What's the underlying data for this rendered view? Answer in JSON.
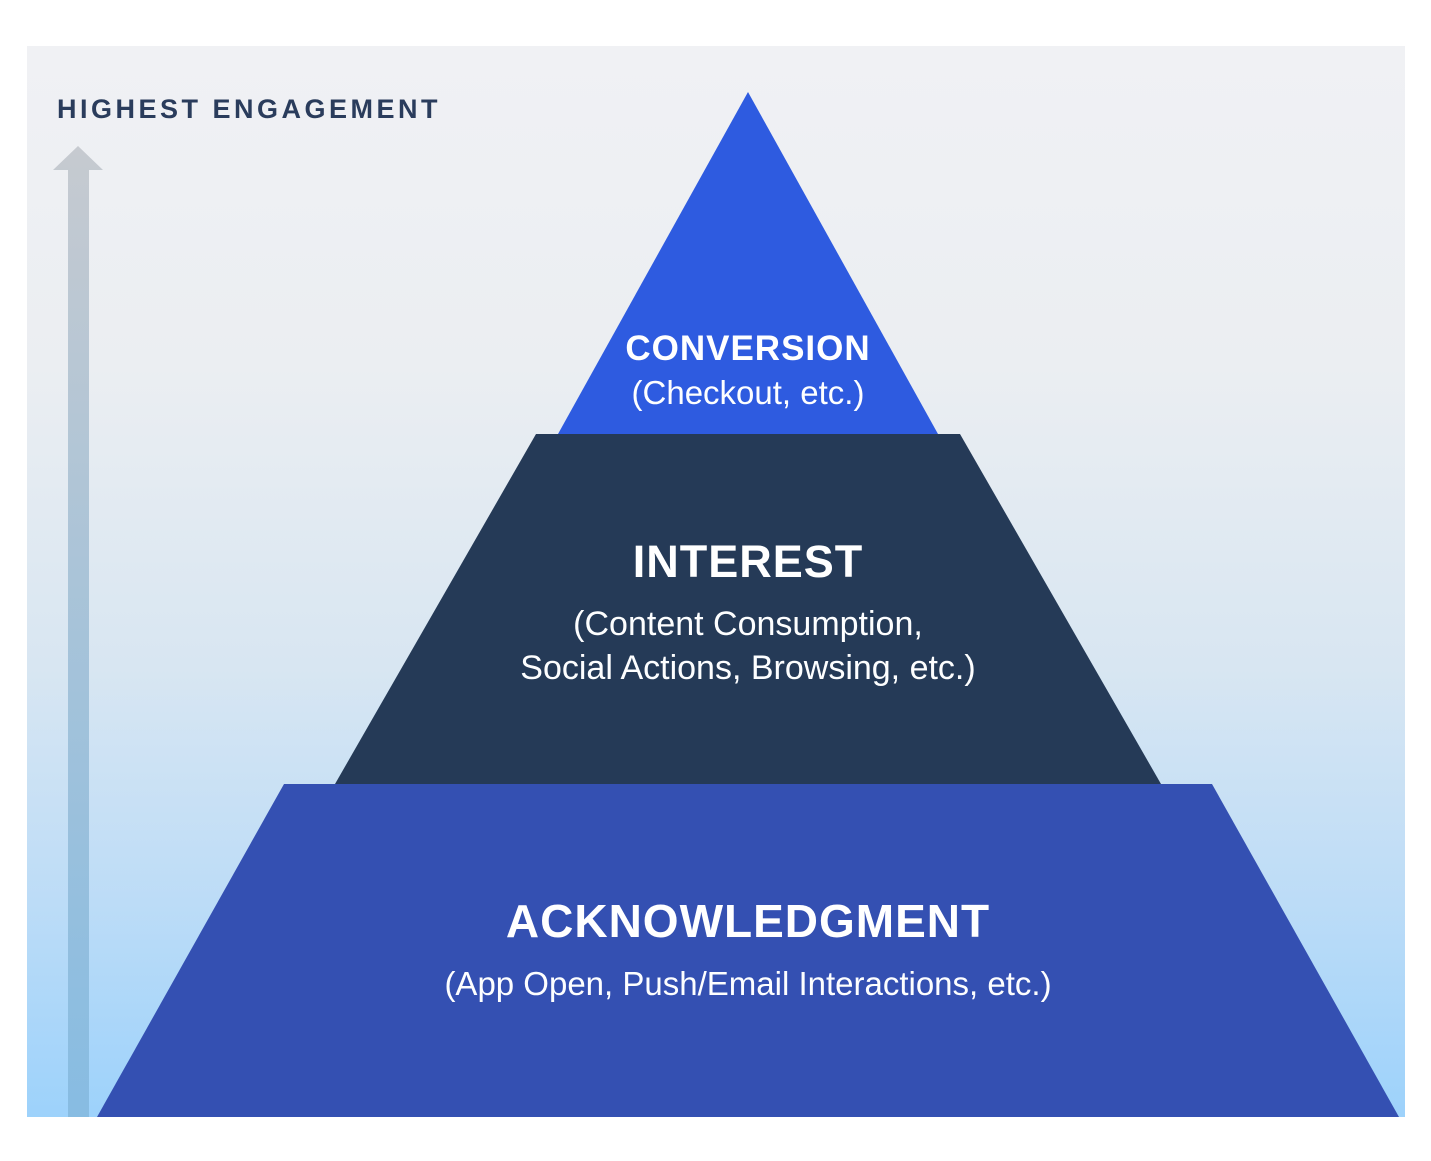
{
  "axis": {
    "label": "HIGHEST ENGAGEMENT",
    "direction": "up",
    "meaning": "engagement increases toward the top of the pyramid"
  },
  "colors": {
    "axis_label_text": "#2a3c5c",
    "arrow_top": "#c6cad0",
    "arrow_bottom": "#87bce2",
    "background_top": "#f0f1f4",
    "background_bottom": "#9dd2fb",
    "level_text": "#ffffff"
  },
  "levels": [
    {
      "name": "CONVERSION",
      "detail": "(Checkout, etc.)",
      "color": "#2e5be0",
      "position": "top"
    },
    {
      "name": "INTEREST",
      "detail_lines": [
        "(Content Consumption,",
        "Social Actions, Browsing, etc.)"
      ],
      "color": "#253a57",
      "position": "middle"
    },
    {
      "name": "ACKNOWLEDGMENT",
      "detail": "(App Open, Push/Email Interactions, etc.)",
      "color": "#3450b2",
      "position": "bottom"
    }
  ]
}
